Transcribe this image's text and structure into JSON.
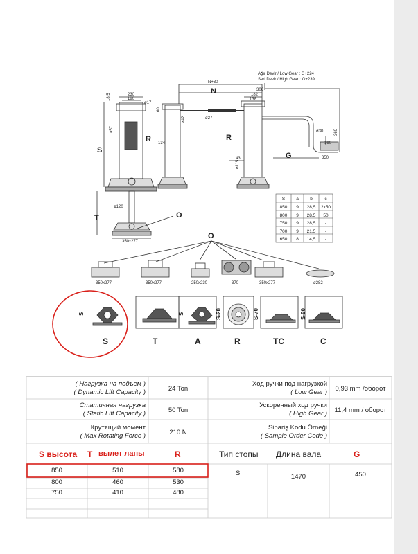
{
  "drawing": {
    "gear_low": "Ağır Devir / Low Gear : G+224",
    "gear_high": "Seri Devir / High Gear : G+239",
    "dims": {
      "d230": "230",
      "d190": "190",
      "d185": "18,5",
      "d17": "ø17",
      "a57": "a57",
      "d60": "60",
      "d42": "ø42",
      "d27": "ø27",
      "d134": "134",
      "d120": "ø120",
      "d350x277": "350x277",
      "h30": "N+30",
      "d306": "306",
      "d182": "182",
      "d138": "138",
      "d30": "ø30",
      "d360": "360",
      "d190b": "190",
      "d350": "350",
      "d43": "43",
      "d115": "ø115"
    },
    "letters": {
      "S": "S",
      "R": "R",
      "T": "T",
      "N": "N",
      "O": "O",
      "Rb": "R",
      "G": "G",
      "Ob": "O"
    },
    "table": {
      "headers": [
        "S",
        "a",
        "b",
        "c"
      ],
      "rows": [
        [
          "850",
          "9",
          "28,5",
          "2x50"
        ],
        [
          "800",
          "9",
          "28,5",
          "50"
        ],
        [
          "750",
          "9",
          "28,5",
          "-"
        ],
        [
          "700",
          "9",
          "21,5",
          "-"
        ],
        [
          "650",
          "8",
          "14,5",
          "-"
        ]
      ]
    },
    "feet": [
      {
        "dim": "350x277"
      },
      {
        "dim": "350x277"
      },
      {
        "dim": "250x230"
      },
      {
        "dim": "370"
      },
      {
        "dim": "350x277"
      },
      {
        "dim": "ø282"
      }
    ],
    "types": [
      {
        "side": "S",
        "letter": "S"
      },
      {
        "side": "",
        "letter": "T"
      },
      {
        "side": "S",
        "letter": "A"
      },
      {
        "side": "S-20",
        "letter": "R"
      },
      {
        "side": "S-70",
        "letter": "TC"
      },
      {
        "side": "S-90",
        "letter": "C"
      }
    ]
  },
  "specs": {
    "left": [
      {
        "ru": "( Нагрузка на подъем )",
        "en": "( Dynamic Lift Capacity )",
        "value": "24 Ton"
      },
      {
        "ru": "Статичная нагрузка",
        "en": "( Static Lift Capacity )",
        "value": "50 Ton"
      },
      {
        "ru": "Крутящий момент",
        "en": "( Max Rotating Force )",
        "value": "210 N"
      }
    ],
    "right": [
      {
        "ru": "Ход ручки под нагрузкой",
        "en": "( Low Gear )",
        "value": "0,93 mm /оборот"
      },
      {
        "ru": "Ускоренный ход ручки",
        "en": "( High Gear )",
        "value": "11,4 mm / оборот"
      },
      {
        "ru": "Sipariş Kodu Örneği",
        "en": "( Sample Order Code )",
        "value": ""
      }
    ]
  },
  "order": {
    "col_s": "S высота",
    "col_t_letter": "T",
    "col_t": "вылет лапы",
    "col_r": "R",
    "col_type": "Тип стопы",
    "col_len": "Длина вала",
    "col_g": "G",
    "rows": [
      [
        "850",
        "510",
        "580"
      ],
      [
        "800",
        "460",
        "530"
      ],
      [
        "750",
        "410",
        "480"
      ]
    ],
    "type_val": "S",
    "len_val": "1470",
    "g_val": "450"
  }
}
